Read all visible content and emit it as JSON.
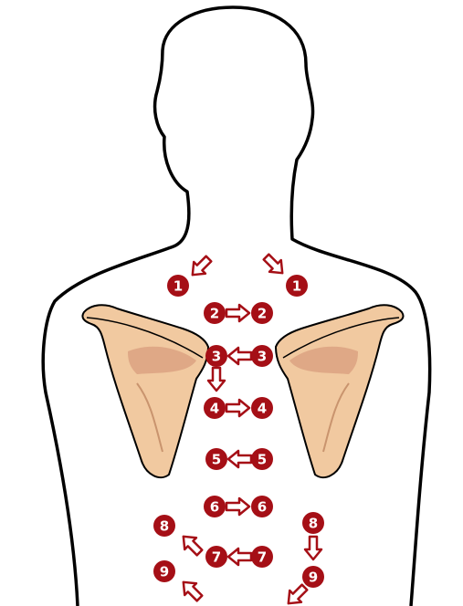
{
  "colors": {
    "background": "#ffffff",
    "outline": "#000000",
    "bone_fill": "#f1c9a0",
    "bone_shade": "#d79a7a",
    "marker": "#a50f16",
    "arrow_fill": "#ffffff",
    "arrow_stroke": "#a50f16"
  },
  "markers": [
    {
      "id": "m1l",
      "label": "1"
    },
    {
      "id": "m1r",
      "label": "1"
    },
    {
      "id": "m2l",
      "label": "2"
    },
    {
      "id": "m2r",
      "label": "2"
    },
    {
      "id": "m3l",
      "label": "3"
    },
    {
      "id": "m3r",
      "label": "3"
    },
    {
      "id": "m4l",
      "label": "4"
    },
    {
      "id": "m4r",
      "label": "4"
    },
    {
      "id": "m5l",
      "label": "5"
    },
    {
      "id": "m5r",
      "label": "5"
    },
    {
      "id": "m6l",
      "label": "6"
    },
    {
      "id": "m6r",
      "label": "6"
    },
    {
      "id": "m7l",
      "label": "7"
    },
    {
      "id": "m7r",
      "label": "7"
    },
    {
      "id": "m8l",
      "label": "8"
    },
    {
      "id": "m8r",
      "label": "8"
    },
    {
      "id": "m9l",
      "label": "9"
    },
    {
      "id": "m9r",
      "label": "9"
    }
  ],
  "arrows": [
    {
      "id": "a1l",
      "direction": "down-left"
    },
    {
      "id": "a1r",
      "direction": "down-right"
    },
    {
      "id": "a2",
      "direction": "right"
    },
    {
      "id": "a3",
      "direction": "left"
    },
    {
      "id": "a3d",
      "direction": "down"
    },
    {
      "id": "a4",
      "direction": "right"
    },
    {
      "id": "a5",
      "direction": "left"
    },
    {
      "id": "a6",
      "direction": "right"
    },
    {
      "id": "a7",
      "direction": "left"
    },
    {
      "id": "a8l",
      "direction": "up-left"
    },
    {
      "id": "a8r",
      "direction": "down"
    },
    {
      "id": "a9l",
      "direction": "up-left"
    },
    {
      "id": "a9r",
      "direction": "down-left"
    }
  ]
}
